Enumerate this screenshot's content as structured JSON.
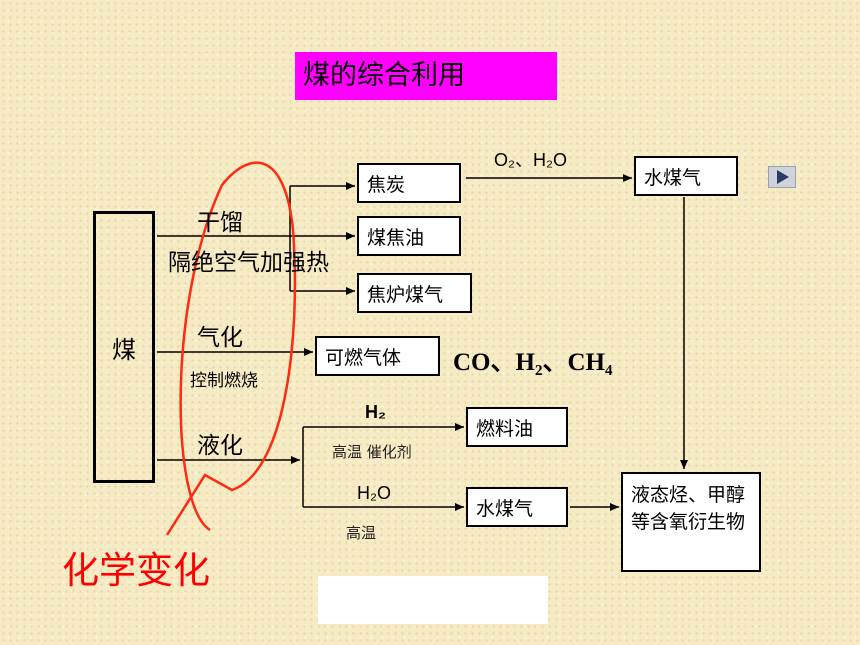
{
  "title": "煤的综合利用",
  "coal": "煤",
  "methods": {
    "dry_distillation": "干馏",
    "dry_distillation_condition": "隔绝空气加强热",
    "gasification": "气化",
    "gasification_condition": "控制燃烧",
    "liquefaction": "液化"
  },
  "products": {
    "coke": "焦炭",
    "coal_tar": "煤焦油",
    "coke_oven_gas": "焦炉煤气",
    "combustible_gas": "可燃气体",
    "fuel_oil": "燃料油",
    "water_gas_upper": "水煤气",
    "water_gas_lower": "水煤气",
    "final": "液态烃、甲醇等含氧衍生物"
  },
  "reagents": {
    "o2_h2o": "O₂、H₂O",
    "h2": "H₂",
    "high_temp_catalyst": "高温 催化剂",
    "h2o": "H₂O",
    "high_temp": "高温"
  },
  "combustible_gas_formula": "CO、H₂、CH₄",
  "chemical_change": "化学变化",
  "colors": {
    "title_bg": "#ff00ff",
    "callout": "#ff0000"
  },
  "icons": {
    "play": "play-icon"
  }
}
